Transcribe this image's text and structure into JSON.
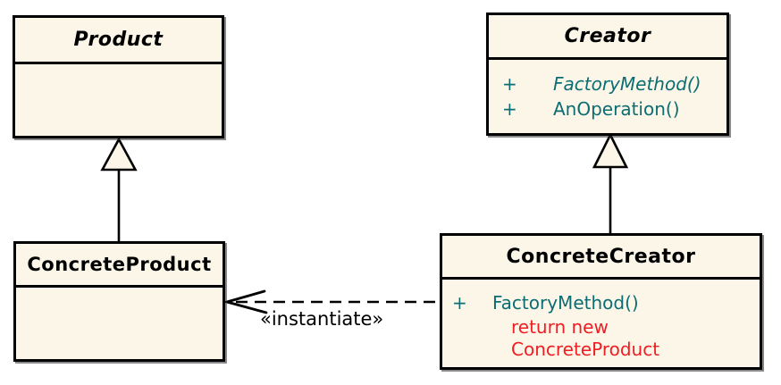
{
  "classes": {
    "product": {
      "name": "Product"
    },
    "creator": {
      "name": "Creator",
      "methods": [
        {
          "visibility": "+",
          "name": "FactoryMethod()"
        },
        {
          "visibility": "+",
          "name": "AnOperation()"
        }
      ]
    },
    "concrete_product": {
      "name": "ConcreteProduct"
    },
    "concrete_creator": {
      "name": "ConcreteCreator",
      "methods": [
        {
          "visibility": "+",
          "name": "FactoryMethod()"
        }
      ],
      "note_lines": [
        "return new",
        "ConcreteProduct"
      ]
    }
  },
  "relationships": {
    "instantiate_label": "«instantiate»"
  },
  "colors": {
    "background": "#ffffff",
    "box_fill": "#FBF6E7",
    "border": "#000000",
    "method_teal": "#0B6D73",
    "note_red": "#F01E24"
  }
}
